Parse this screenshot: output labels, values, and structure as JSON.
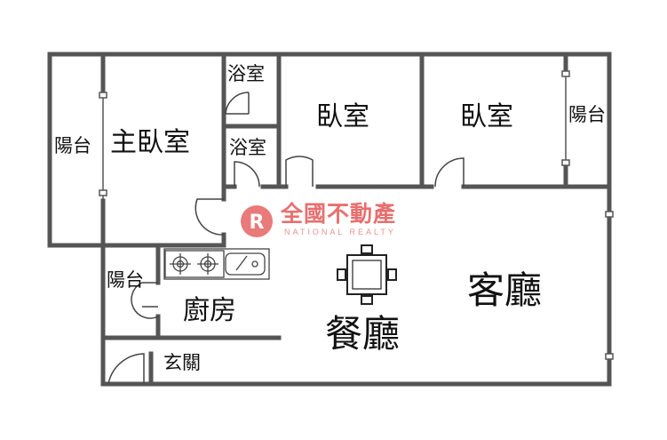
{
  "rooms": {
    "master_bedroom": "主臥室",
    "bathroom_1": "浴室",
    "bathroom_2": "浴室",
    "bedroom_1": "臥室",
    "bedroom_2": "臥室",
    "balcony_left": "陽台",
    "balcony_right": "陽台",
    "balcony_kitchen": "陽台",
    "kitchen": "廚房",
    "dining_room": "餐廳",
    "living_room": "客廳",
    "entrance": "玄關"
  },
  "watermark": {
    "name": "全國不動產",
    "subtitle": "NATIONAL REALTY",
    "color": "#e04646"
  },
  "colors": {
    "wall": "#555555",
    "line": "#333333"
  }
}
